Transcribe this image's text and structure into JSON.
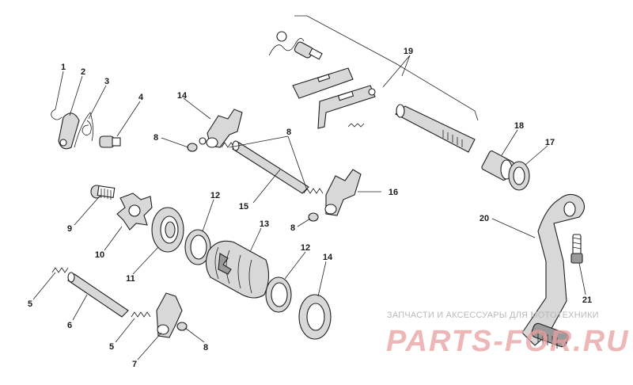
{
  "callouts": {
    "c1": "1",
    "c2": "2",
    "c3": "3",
    "c4": "4",
    "c5a": "5",
    "c5b": "5",
    "c6": "6",
    "c7": "7",
    "c8a": "8",
    "c8b": "8",
    "c8c": "8",
    "c8d": "8",
    "c9": "9",
    "c10": "10",
    "c11": "11",
    "c12a": "12",
    "c12b": "12",
    "c13": "13",
    "c14a": "14",
    "c14b": "14",
    "c15": "15",
    "c16": "16",
    "c17": "17",
    "c18": "18",
    "c19": "19",
    "c20": "20",
    "c21": "21"
  },
  "watermark": {
    "tagline": "ЗАПЧАСТИ И АКСЕССУАРЫ ДЛЯ МОТОТЕХНИКИ",
    "logo": "PARTS-FOR.RU",
    "color": "#e8a0a0"
  }
}
